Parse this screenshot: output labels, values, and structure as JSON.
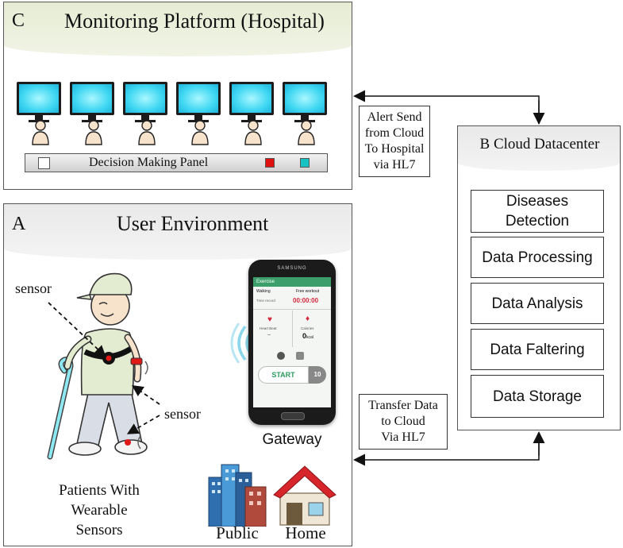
{
  "panel_c": {
    "letter": "C",
    "title": "Monitoring Platform (Hospital)",
    "panel_label": "Decision Making Panel",
    "colors": {
      "header": "#e6ecd4",
      "screen": "#3fd7f2",
      "red_button": "#e01010",
      "teal_button": "#19c2c2"
    }
  },
  "panel_a": {
    "letter": "A",
    "title": "User Environment",
    "sensor_label_1": "sensor",
    "sensor_label_2": "sensor",
    "patients_caption": [
      "Patients With",
      "Wearable",
      "Sensors"
    ],
    "gateway_label": "Gateway",
    "public_label": "Public",
    "home_label": "Home",
    "phone": {
      "brand": "SAMSUNG",
      "app": "Exercise",
      "mode_left": "Walking",
      "mode_right": "Free workout",
      "row_left": "Time record",
      "timer": "00:00:00",
      "heart_label": "Heart Beat",
      "heart_value": "--",
      "calorie_label": "Calories",
      "calorie_value": "0",
      "calorie_unit": "kcal",
      "start_label": "START",
      "count_value": "10"
    }
  },
  "panel_b": {
    "title": "B Cloud Datacenter",
    "modules": [
      "Diseases",
      "Detection",
      "Data Processing",
      "Data Analysis",
      "Data Faltering",
      "Data Storage"
    ]
  },
  "callouts": {
    "alert": [
      "Alert Send",
      "from Cloud",
      "To Hospital",
      "via HL7"
    ],
    "transfer": [
      "Transfer Data",
      "to Cloud",
      "Via HL7"
    ]
  }
}
